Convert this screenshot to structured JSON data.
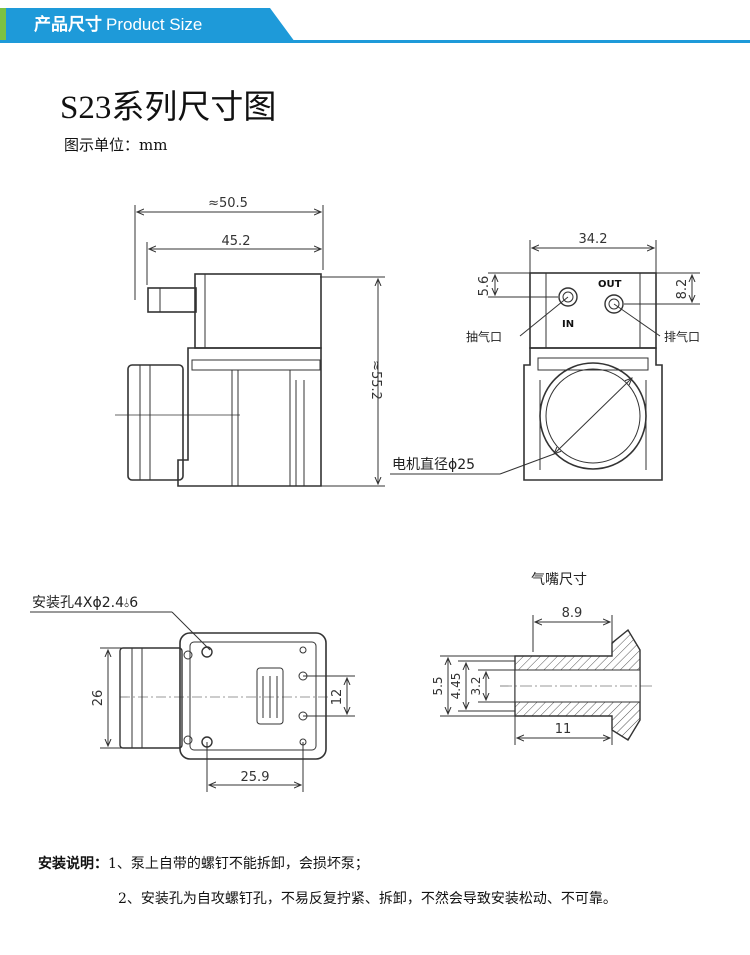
{
  "header": {
    "title_cn": "产品尺寸",
    "title_en": "Product Size",
    "accent_color": "#1e9ad9",
    "side_color": "#7cc242"
  },
  "title": "S23系列尺寸图",
  "unit": "图示单位：mm",
  "side_view": {
    "dim_total_width": "≈50.5",
    "dim_body_width": "45.2",
    "dim_height": "≈55.2"
  },
  "front_view": {
    "dim_width": "34.2",
    "dim_out_offset": "5.6",
    "dim_in_offset": "8.2",
    "port_out": "OUT",
    "port_in": "IN",
    "label_intake": "抽气口",
    "label_exhaust": "排气口",
    "label_motor": "电机直径ϕ25"
  },
  "bottom_view": {
    "label_holes": "安装孔4Xϕ2.4",
    "depth_value": "6",
    "dim_height": "26",
    "dim_spacing": "12",
    "dim_width": "25.9"
  },
  "nozzle": {
    "title": "气嘴尺寸",
    "dim_length_a": "8.9",
    "dim_length_b": "11",
    "dim_d1": "5.5",
    "dim_d2": "4.45",
    "dim_d3": "3.2"
  },
  "notes": {
    "label": "安装说明：",
    "item1": "1、泵上自带的螺钉不能拆卸，会损坏泵；",
    "item2": "2、安装孔为自攻螺钉孔，不易反复拧紧、拆卸，不然会导致安装松动、不可靠。"
  }
}
